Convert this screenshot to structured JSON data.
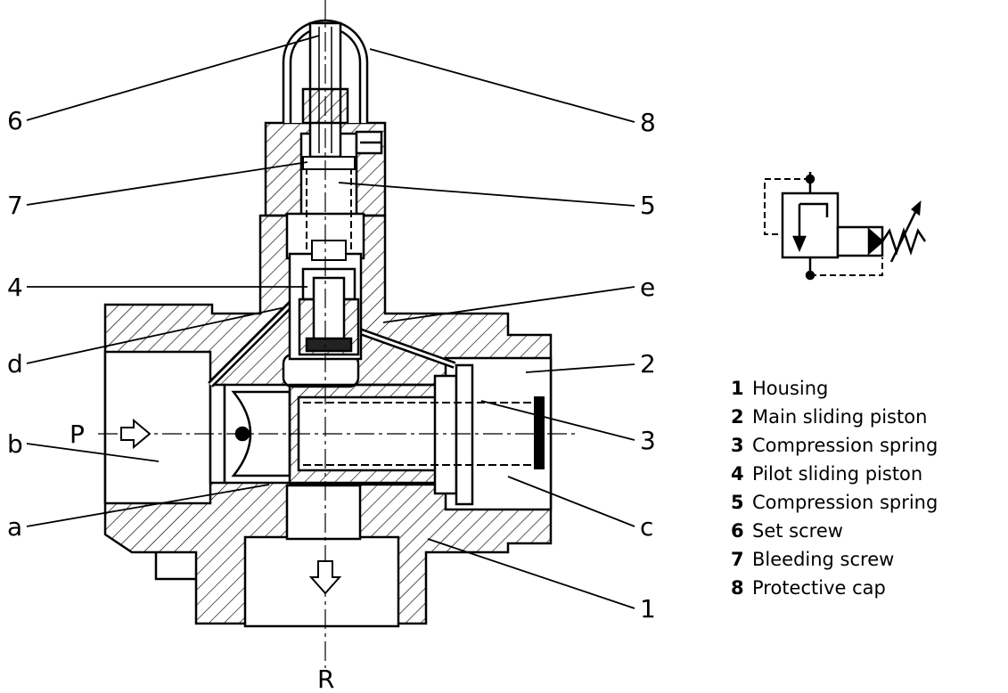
{
  "callouts": {
    "n6": "6",
    "n8": "8",
    "n7": "7",
    "n5": "5",
    "n4": "4",
    "ne": "e",
    "nd": "d",
    "n2": "2",
    "nP": "P",
    "nb": "b",
    "n3": "3",
    "na": "a",
    "nc": "c",
    "n1": "1",
    "nR": "R"
  },
  "legend": [
    {
      "num": "1",
      "text": "Housing"
    },
    {
      "num": "2",
      "text": "Main sliding piston"
    },
    {
      "num": "3",
      "text": "Compression spring"
    },
    {
      "num": "4",
      "text": "Pilot sliding piston"
    },
    {
      "num": "5",
      "text": "Compression spring"
    },
    {
      "num": "6",
      "text": "Set screw"
    },
    {
      "num": "7",
      "text": "Bleeding screw"
    },
    {
      "num": "8",
      "text": "Protective cap"
    }
  ]
}
